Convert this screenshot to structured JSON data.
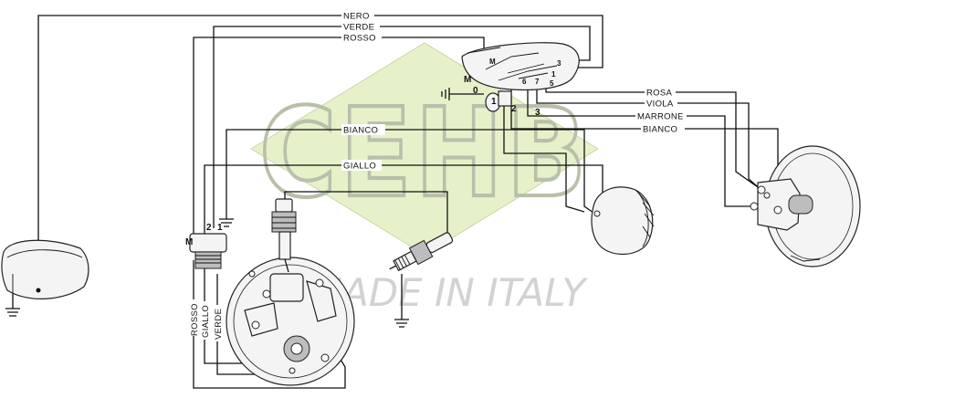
{
  "watermark": {
    "brand": "CEHB",
    "tagline": "MADE IN ITALY",
    "fill_color": "#e6f1c9",
    "outline_color": "#c6cdb6"
  },
  "wires": {
    "nero": "NERO",
    "verde": "VERDE",
    "rosso": "ROSSO",
    "bianco_left": "BIANCO",
    "giallo": "GIALLO",
    "rosa": "ROSA",
    "viola": "VIOLA",
    "marrone": "MARRONE",
    "bianco_right": "BIANCO"
  },
  "vertical_wires": {
    "rosso": "ROSSO",
    "giallo": "GIALLO",
    "verde": "VERDE"
  },
  "switch_terminals": {
    "m": "M",
    "zero": "0",
    "one": "1",
    "two": "2",
    "three": "3"
  },
  "dial_marks": {
    "m": "M",
    "three": "3",
    "one": "1",
    "six": "6",
    "seven": "7",
    "five": "5"
  },
  "regulator_terminals": {
    "m": "M",
    "two": "2",
    "one": "1"
  }
}
